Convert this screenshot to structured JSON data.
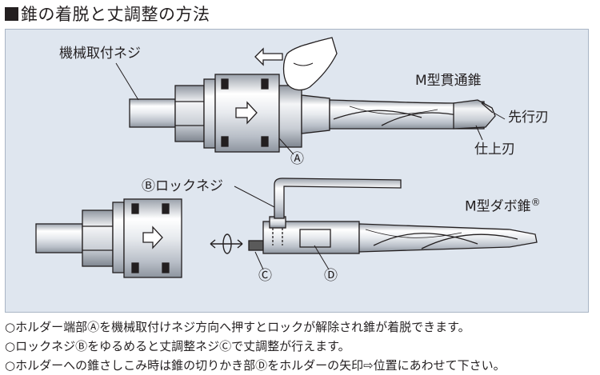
{
  "title": "錐の着脱と丈調整の方法",
  "labels": {
    "machine_screw": "機械取付ネジ",
    "m_through_drill": "M型貫通錐",
    "tip_blade": "先行刃",
    "finish_blade": "仕上刃",
    "lock_screw": "Ⓑロックネジ",
    "m_dowel_drill": "M型ダボ錐",
    "registered_mark": "®",
    "marker_a": "Ⓐ",
    "marker_c": "Ⓒ",
    "marker_d": "Ⓓ"
  },
  "notes": [
    "○ホルダー端部Ⓐを機械取付けネジ方向へ押すとロックが解除され錐が着脱できます。",
    "○ロックネジⒷをゆるめると丈調整ネジⒸで丈調整が行えます。",
    "○ホルダーへの錐さしこみ時は錐の切りかき部Ⓓをホルダーの矢印⇨位置にあわせて下さい。"
  ],
  "colors": {
    "panel_bg": "#dfe6ef",
    "panel_border": "#a9b5c5",
    "line": "#231f20",
    "metal_light": "#ffffff",
    "metal_mid": "#c9ced6"
  }
}
